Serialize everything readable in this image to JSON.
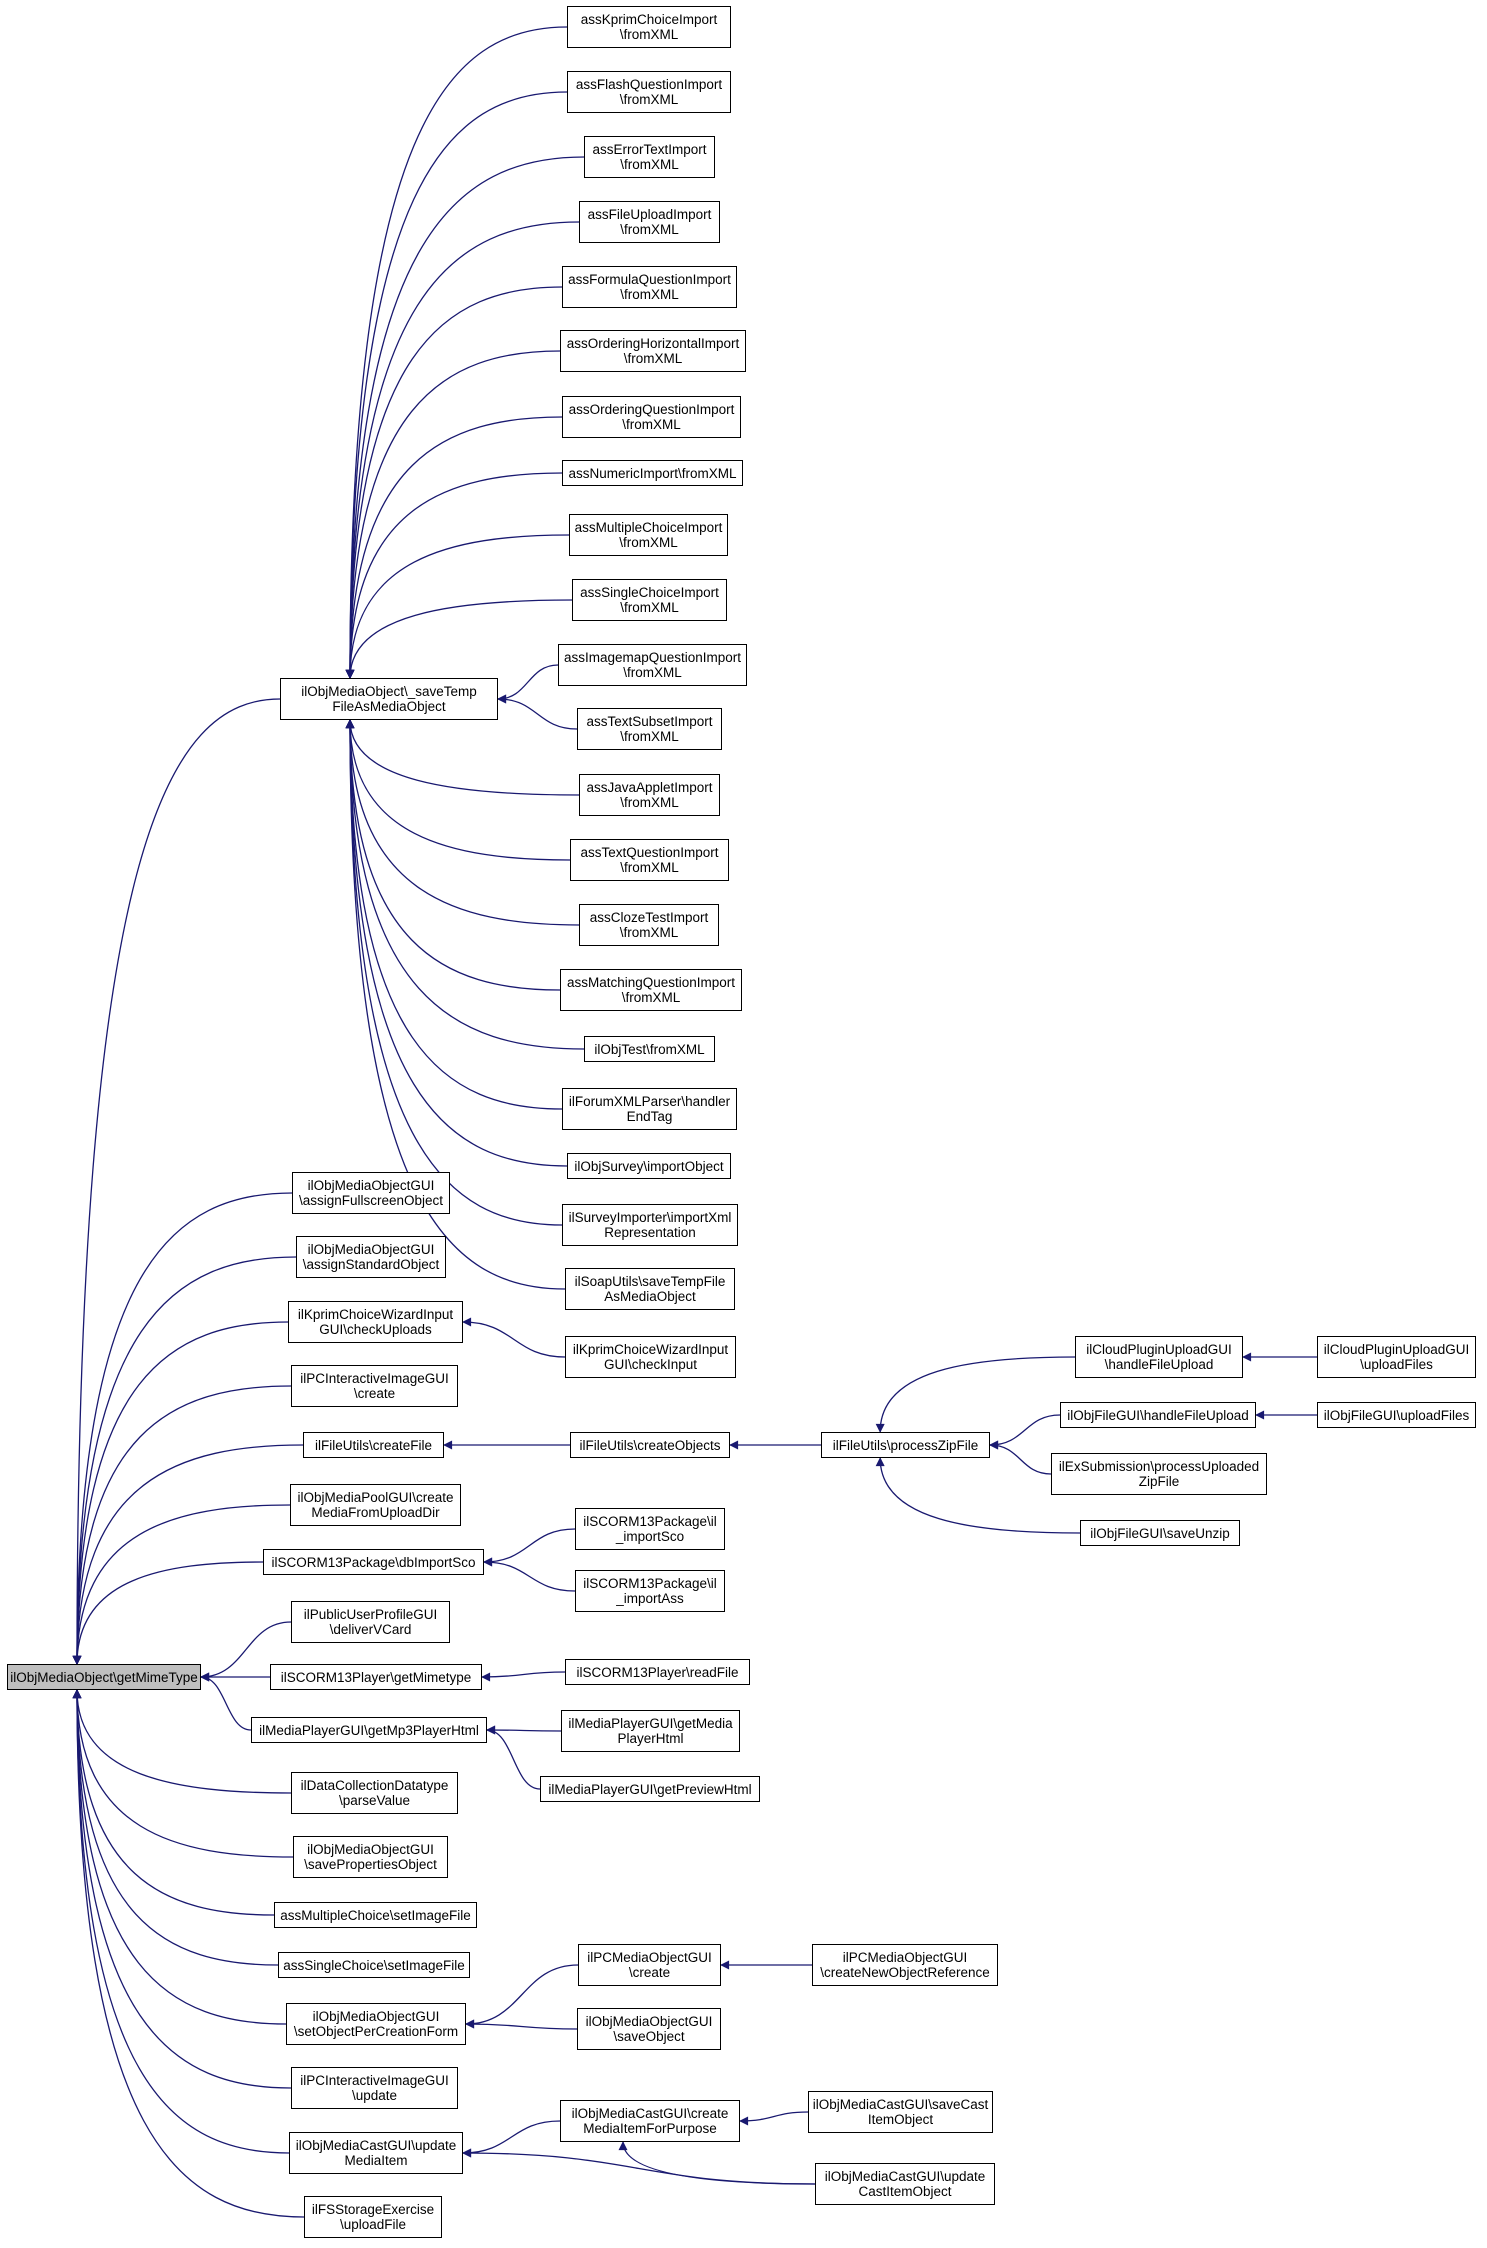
{
  "colors": {
    "edge": "#191970",
    "node_border": "#000000",
    "root_fill": "#bfbfbf",
    "node_fill": "#ffffff"
  },
  "nodes": {
    "root": "ilObjMediaObject\\getMimeType",
    "saveTemp": "ilObjMediaObject\\_saveTemp\nFileAsMediaObject",
    "kprimImp": "assKprimChoiceImport\n\\fromXML",
    "flashImp": "assFlashQuestionImport\n\\fromXML",
    "errorImp": "assErrorTextImport\n\\fromXML",
    "fileUpImp": "assFileUploadImport\n\\fromXML",
    "formulaImp": "assFormulaQuestionImport\n\\fromXML",
    "ordHorImp": "assOrderingHorizontalImport\n\\fromXML",
    "ordQImp": "assOrderingQuestionImport\n\\fromXML",
    "numericImp": "assNumericImport\\fromXML",
    "multiImp": "assMultipleChoiceImport\n\\fromXML",
    "singleImp": "assSingleChoiceImport\n\\fromXML",
    "imagemapImp": "assImagemapQuestionImport\n\\fromXML",
    "textSubImp": "assTextSubsetImport\n\\fromXML",
    "javaImp": "assJavaAppletImport\n\\fromXML",
    "textQImp": "assTextQuestionImport\n\\fromXML",
    "clozeImp": "assClozeTestImport\n\\fromXML",
    "matchImp": "assMatchingQuestionImport\n\\fromXML",
    "objTest": "ilObjTest\\fromXML",
    "forumXml": "ilForumXMLParser\\handler\nEndTag",
    "objSurvey": "ilObjSurvey\\importObject",
    "surveyImp": "ilSurveyImporter\\importXml\nRepresentation",
    "soapUtils": "ilSoapUtils\\saveTempFile\nAsMediaObject",
    "assignFull": "ilObjMediaObjectGUI\n\\assignFullscreenObject",
    "assignStd": "ilObjMediaObjectGUI\n\\assignStandardObject",
    "kprimWiz": "ilKprimChoiceWizardInput\nGUI\\checkUploads",
    "kprimWizCheck": "ilKprimChoiceWizardInput\nGUI\\checkInput",
    "pcInterCreate": "ilPCInteractiveImageGUI\n\\create",
    "createFile": "ilFileUtils\\createFile",
    "createObjects": "ilFileUtils\\createObjects",
    "processZip": "ilFileUtils\\processZipFile",
    "cloudHandle": "ilCloudPluginUploadGUI\n\\handleFileUpload",
    "cloudUpload": "ilCloudPluginUploadGUI\n\\uploadFiles",
    "objFileHandle": "ilObjFileGUI\\handleFileUpload",
    "objFileUpload": "ilObjFileGUI\\uploadFiles",
    "exSub": "ilExSubmission\\processUploaded\nZipFile",
    "saveUnzip": "ilObjFileGUI\\saveUnzip",
    "mediaPool": "ilObjMediaPoolGUI\\create\nMediaFromUploadDir",
    "scormDb": "ilSCORM13Package\\dbImportSco",
    "scormImpSco": "ilSCORM13Package\\il\n_importSco",
    "scormImpAss": "ilSCORM13Package\\il\n_importAss",
    "vcard": "ilPublicUserProfileGUI\n\\deliverVCard",
    "scormPlayer": "ilSCORM13Player\\getMimetype",
    "scormRead": "ilSCORM13Player\\readFile",
    "mp3": "ilMediaPlayerGUI\\getMp3PlayerHtml",
    "mediaHtml": "ilMediaPlayerGUI\\getMedia\nPlayerHtml",
    "previewHtml": "ilMediaPlayerGUI\\getPreviewHtml",
    "dataColl": "ilDataCollectionDatatype\n\\parseValue",
    "saveProps": "ilObjMediaObjectGUI\n\\savePropertiesObject",
    "multiSet": "assMultipleChoice\\setImageFile",
    "singleSet": "assSingleChoice\\setImageFile",
    "setObjPer": "ilObjMediaObjectGUI\n\\setObjectPerCreationForm",
    "pcMediaCreate": "ilPCMediaObjectGUI\n\\create",
    "pcMediaNewRef": "ilPCMediaObjectGUI\n\\createNewObjectReference",
    "objMediaSave": "ilObjMediaObjectGUI\n\\saveObject",
    "pcInterUpdate": "ilPCInteractiveImageGUI\n\\update",
    "castUpdate": "ilObjMediaCastGUI\\update\nMediaItem",
    "castCreate": "ilObjMediaCastGUI\\create\nMediaItemForPurpose",
    "castSave": "ilObjMediaCastGUI\\saveCast\nItemObject",
    "castUpdItem": "ilObjMediaCastGUI\\update\nCastItemObject",
    "fsStorage": "ilFSStorageExercise\n\\uploadFile"
  },
  "edges": [
    [
      "saveTemp",
      "root"
    ],
    [
      "assignFull",
      "root"
    ],
    [
      "assignStd",
      "root"
    ],
    [
      "kprimWiz",
      "root"
    ],
    [
      "pcInterCreate",
      "root"
    ],
    [
      "createFile",
      "root"
    ],
    [
      "mediaPool",
      "root"
    ],
    [
      "scormDb",
      "root"
    ],
    [
      "vcard",
      "root"
    ],
    [
      "scormPlayer",
      "root"
    ],
    [
      "mp3",
      "root"
    ],
    [
      "dataColl",
      "root"
    ],
    [
      "saveProps",
      "root"
    ],
    [
      "multiSet",
      "root"
    ],
    [
      "singleSet",
      "root"
    ],
    [
      "setObjPer",
      "root"
    ],
    [
      "pcInterUpdate",
      "root"
    ],
    [
      "castUpdate",
      "root"
    ],
    [
      "fsStorage",
      "root"
    ],
    [
      "kprimImp",
      "saveTemp"
    ],
    [
      "flashImp",
      "saveTemp"
    ],
    [
      "errorImp",
      "saveTemp"
    ],
    [
      "fileUpImp",
      "saveTemp"
    ],
    [
      "formulaImp",
      "saveTemp"
    ],
    [
      "ordHorImp",
      "saveTemp"
    ],
    [
      "ordQImp",
      "saveTemp"
    ],
    [
      "numericImp",
      "saveTemp"
    ],
    [
      "multiImp",
      "saveTemp"
    ],
    [
      "singleImp",
      "saveTemp"
    ],
    [
      "imagemapImp",
      "saveTemp"
    ],
    [
      "textSubImp",
      "saveTemp"
    ],
    [
      "javaImp",
      "saveTemp"
    ],
    [
      "textQImp",
      "saveTemp"
    ],
    [
      "clozeImp",
      "saveTemp"
    ],
    [
      "matchImp",
      "saveTemp"
    ],
    [
      "objTest",
      "saveTemp"
    ],
    [
      "forumXml",
      "saveTemp"
    ],
    [
      "objSurvey",
      "saveTemp"
    ],
    [
      "surveyImp",
      "saveTemp"
    ],
    [
      "soapUtils",
      "saveTemp"
    ],
    [
      "kprimWizCheck",
      "kprimWiz"
    ],
    [
      "createObjects",
      "createFile"
    ],
    [
      "processZip",
      "createObjects"
    ],
    [
      "cloudHandle",
      "processZip"
    ],
    [
      "objFileHandle",
      "processZip"
    ],
    [
      "exSub",
      "processZip"
    ],
    [
      "saveUnzip",
      "processZip"
    ],
    [
      "cloudUpload",
      "cloudHandle"
    ],
    [
      "objFileUpload",
      "objFileHandle"
    ],
    [
      "scormImpSco",
      "scormDb"
    ],
    [
      "scormImpAss",
      "scormDb"
    ],
    [
      "scormRead",
      "scormPlayer"
    ],
    [
      "mediaHtml",
      "mp3"
    ],
    [
      "previewHtml",
      "mp3"
    ],
    [
      "pcMediaCreate",
      "setObjPer"
    ],
    [
      "objMediaSave",
      "setObjPer"
    ],
    [
      "pcMediaNewRef",
      "pcMediaCreate"
    ],
    [
      "castCreate",
      "castUpdate"
    ],
    [
      "castUpdItem",
      "castUpdate"
    ],
    [
      "castSave",
      "castCreate"
    ],
    [
      "castUpdItem",
      "castCreate"
    ]
  ]
}
